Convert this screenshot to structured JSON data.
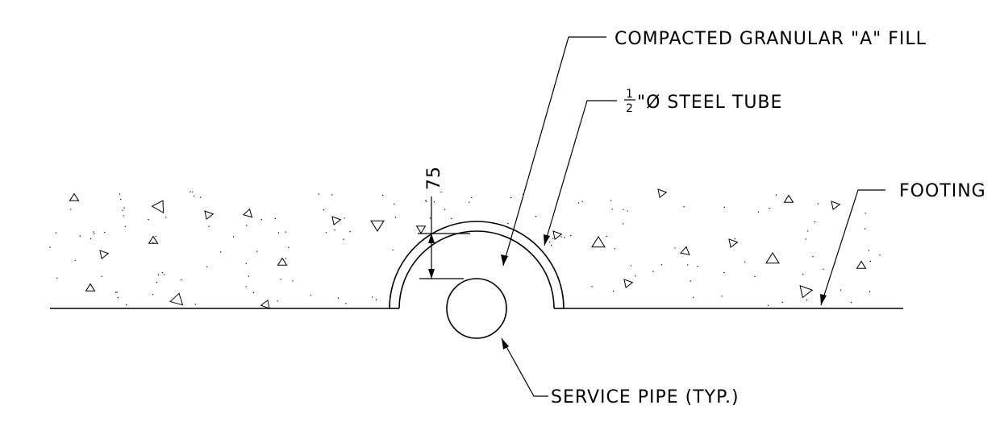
{
  "labels": {
    "fill": "COMPACTED GRANULAR \"A\" FILL",
    "tube_numerator": "1",
    "tube_denominator": "2",
    "tube_suffix": "\"Ø  STEEL TUBE",
    "footing": "FOOTING",
    "service_pipe": "SERVICE PIPE (TYP.)",
    "dimension": "75"
  }
}
